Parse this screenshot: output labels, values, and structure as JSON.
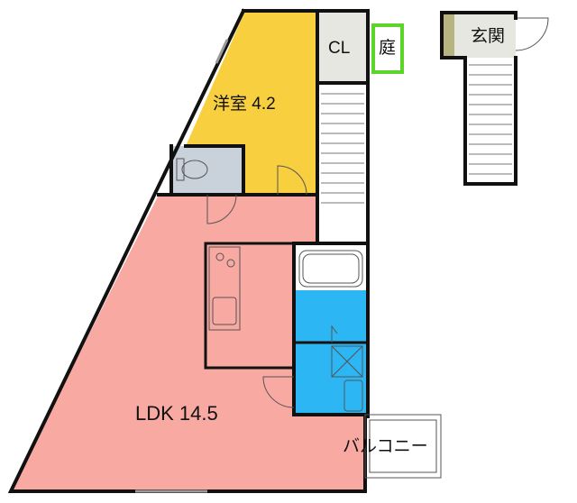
{
  "rooms": {
    "bedroom": {
      "name": "洋室",
      "size": "4.2",
      "color": "#F8CF3F"
    },
    "ldk": {
      "name": "LDK",
      "size": "14.5",
      "color": "#F7A9A2"
    },
    "closet": {
      "label": "CL",
      "color": "#E7E7E1"
    },
    "garden": {
      "label": "庭",
      "color": "#5CD42A"
    },
    "entrance": {
      "label": "玄関",
      "color": "#E7E7E1"
    },
    "balcony": {
      "label": "バルコニー"
    },
    "toilet": {
      "color": "#C9D1DA"
    },
    "bath": {
      "color": "#2DB6F4"
    }
  },
  "colors": {
    "wall": "#111111",
    "stairs": "#FFFFFF",
    "entry_step": "#B8B482"
  }
}
